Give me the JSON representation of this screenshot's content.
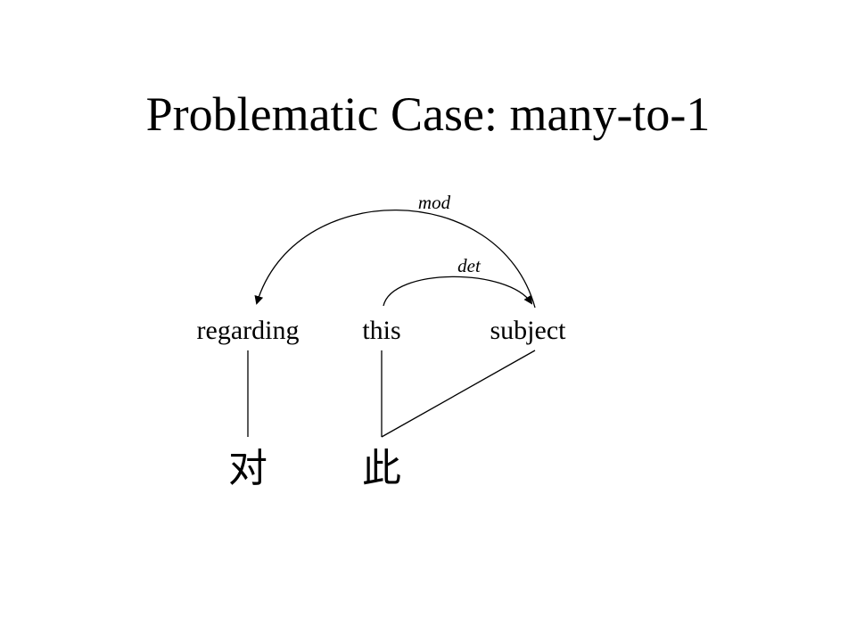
{
  "title": "Problematic Case: many-to-1",
  "english_words": {
    "regarding": "regarding",
    "this": "this",
    "subject": "subject"
  },
  "dependency_labels": {
    "mod": "mod",
    "det": "det"
  },
  "chinese_words": {
    "dui": "对",
    "ci": "此"
  }
}
